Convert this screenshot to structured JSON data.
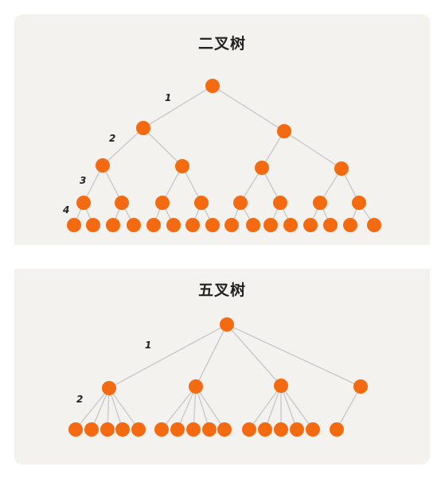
{
  "binary_tree": {
    "title": "二叉树",
    "level_labels": [
      "1",
      "2",
      "3",
      "4"
    ]
  },
  "five_ary_tree": {
    "title": "五叉树",
    "level_labels": [
      "1",
      "2"
    ]
  },
  "colors": {
    "node": "#f36a11",
    "edge": "#c9c9c9",
    "panel": "#f4f2ee"
  }
}
